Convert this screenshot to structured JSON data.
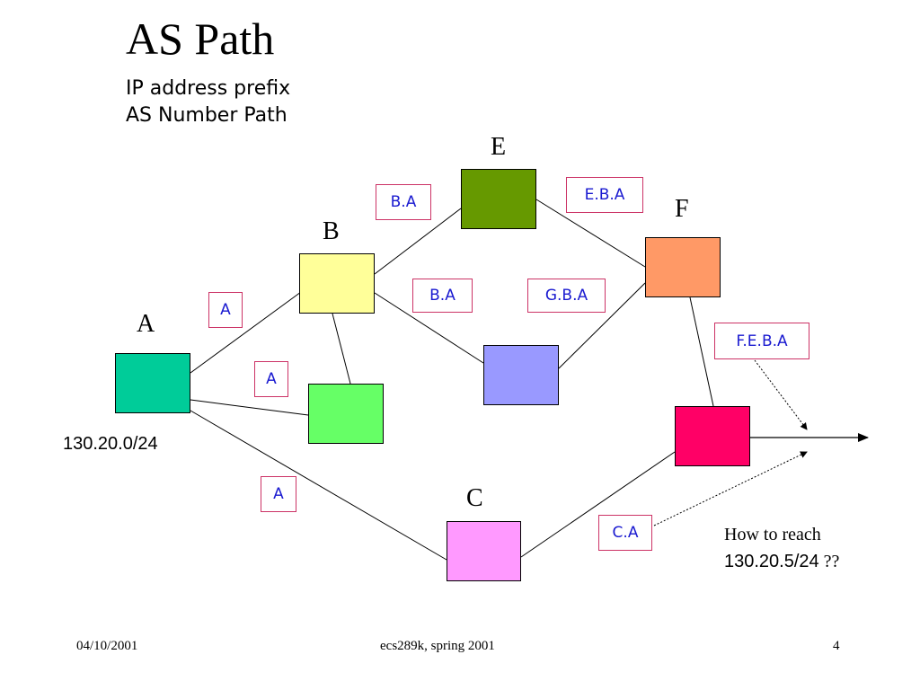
{
  "slide": {
    "title": "AS Path",
    "subtitle_lines": [
      "IP address prefix",
      "AS Number Path"
    ]
  },
  "nodes": {
    "A": {
      "label": "A",
      "color": "#00cc99"
    },
    "B": {
      "label": "B",
      "color": "#ffff99"
    },
    "E": {
      "label": "E",
      "color": "#669900"
    },
    "F": {
      "label": "F",
      "color": "#ff9966"
    },
    "C": {
      "label": "C",
      "color": "#ff99ff"
    },
    "green": {
      "color": "#66ff66"
    },
    "blue": {
      "color": "#9999ff"
    },
    "red": {
      "color": "#ff0066"
    }
  },
  "path_labels": {
    "a_to_b": "A",
    "a_to_green": "A",
    "a_to_c": "A",
    "b_to_e": "B.A",
    "b_to_blue": "B.A",
    "e_to_f": "E.B.A",
    "blue_to_f": "G.B.A",
    "f_to_red": "F.E.B.A",
    "c_to_red": "C.A"
  },
  "prefix": "130.20.0/24",
  "question": {
    "line1": "How to reach",
    "line2_prefix": "130.20.5/24",
    "line2_suffix": " ??"
  },
  "footer": {
    "date": "04/10/2001",
    "course": "ecs289k, spring 2001",
    "page": "4"
  },
  "colors": {
    "label_border": "#cc3366",
    "label_text": "#1a1ad0"
  }
}
